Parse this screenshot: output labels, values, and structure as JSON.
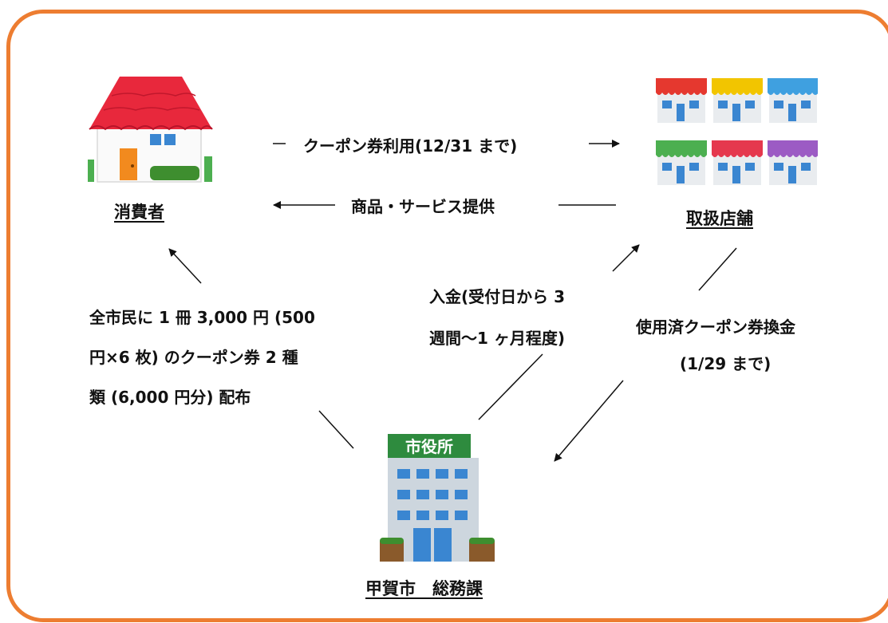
{
  "nodes": {
    "consumer": {
      "label": "消費者"
    },
    "stores": {
      "label": "取扱店舗"
    },
    "cityhall": {
      "label": "甲賀市　総務課",
      "sign": "市役所"
    }
  },
  "edges": {
    "coupon_use": "クーポン券利用(12/31 まで)",
    "goods": "商品・サービス提供",
    "payment_line1": "入金(受付日から 3",
    "payment_line2": "週間〜1 ヶ月程度)",
    "exchange_line1": "使用済クーポン券換金",
    "exchange_line2": "(1/29 まで)",
    "distribute_line1": "全市民に 1 冊 3,000 円 (500",
    "distribute_line2": "円×6 枚) のクーポン券 2 種",
    "distribute_line3": "類 (6,000 円分) 配布"
  },
  "colors": {
    "frame": "#ED7D31",
    "roof": "#E8283C",
    "house_door": "#F28A1E",
    "window": "#3A86D1",
    "awnings": [
      "#E5382F",
      "#F2C500",
      "#3FA0E0",
      "#4CAF50",
      "#E5384E",
      "#9C5BC4"
    ],
    "sign": "#2E8B3E"
  }
}
